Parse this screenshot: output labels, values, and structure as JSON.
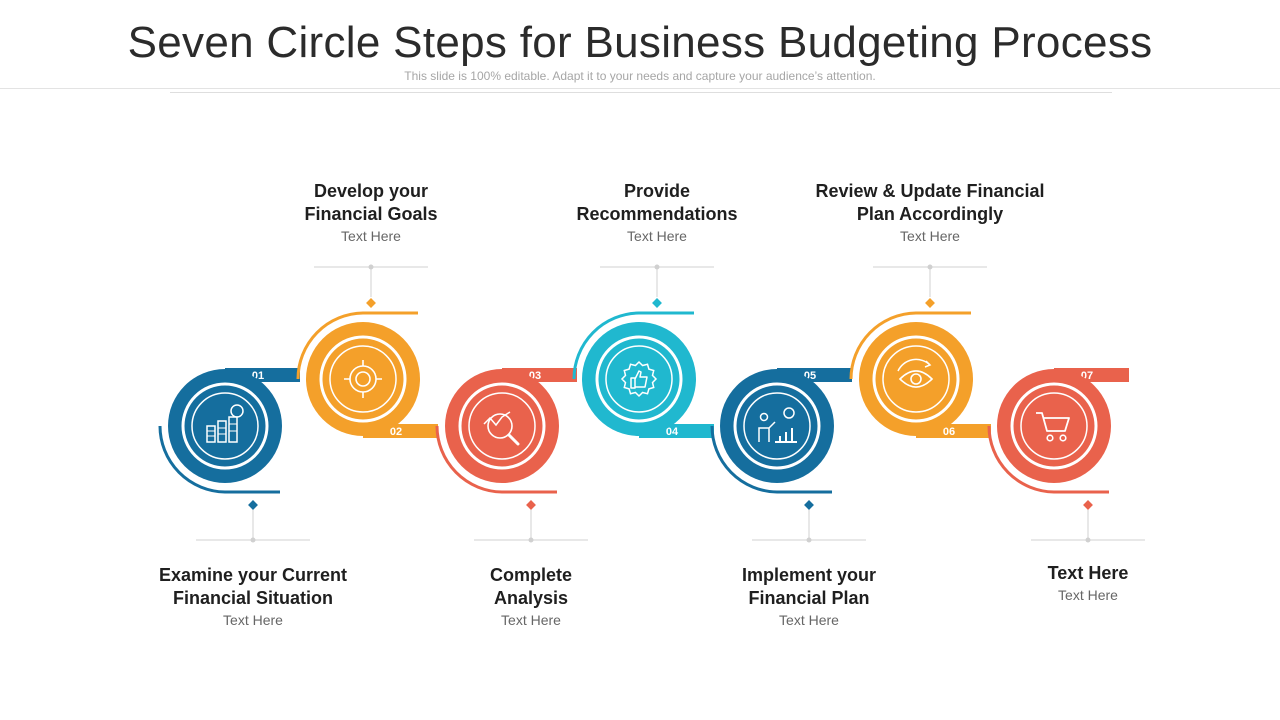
{
  "header": {
    "title": "Seven Circle Steps for Business Budgeting Process",
    "subtitle": "This slide is 100% editable. Adapt it to your needs and capture your audience’s attention."
  },
  "colors": {
    "blue": "#156E9E",
    "orange": "#F4A02A",
    "red": "#E9624C",
    "cyan": "#20B8CF",
    "connector": "#d0d0d0"
  },
  "steps": [
    {
      "number": "01",
      "title": "Examine your Current\nFinancial Situation",
      "subtitle": "Text Here",
      "color": "#156E9E",
      "icon": "money-chart-icon"
    },
    {
      "number": "02",
      "title": "Develop your\nFinancial Goals",
      "subtitle": "Text Here",
      "color": "#F4A02A",
      "icon": "target-dollar-icon"
    },
    {
      "number": "03",
      "title": "Complete\nAnalysis",
      "subtitle": "Text Here",
      "color": "#E9624C",
      "icon": "analysis-magnifier-icon"
    },
    {
      "number": "04",
      "title": "Provide\nRecommendations",
      "subtitle": "Text Here",
      "color": "#20B8CF",
      "icon": "thumbs-up-badge-icon"
    },
    {
      "number": "05",
      "title": "Implement your\nFinancial Plan",
      "subtitle": "Text Here",
      "color": "#156E9E",
      "icon": "presenter-chart-icon"
    },
    {
      "number": "06",
      "title": "Review & Update Financial\nPlan Accordingly",
      "subtitle": "Text Here",
      "color": "#F4A02A",
      "icon": "eye-cycle-icon"
    },
    {
      "number": "07",
      "title": "Text Here",
      "subtitle": "Text Here",
      "color": "#E9624C",
      "icon": "shopping-cart-icon"
    }
  ]
}
